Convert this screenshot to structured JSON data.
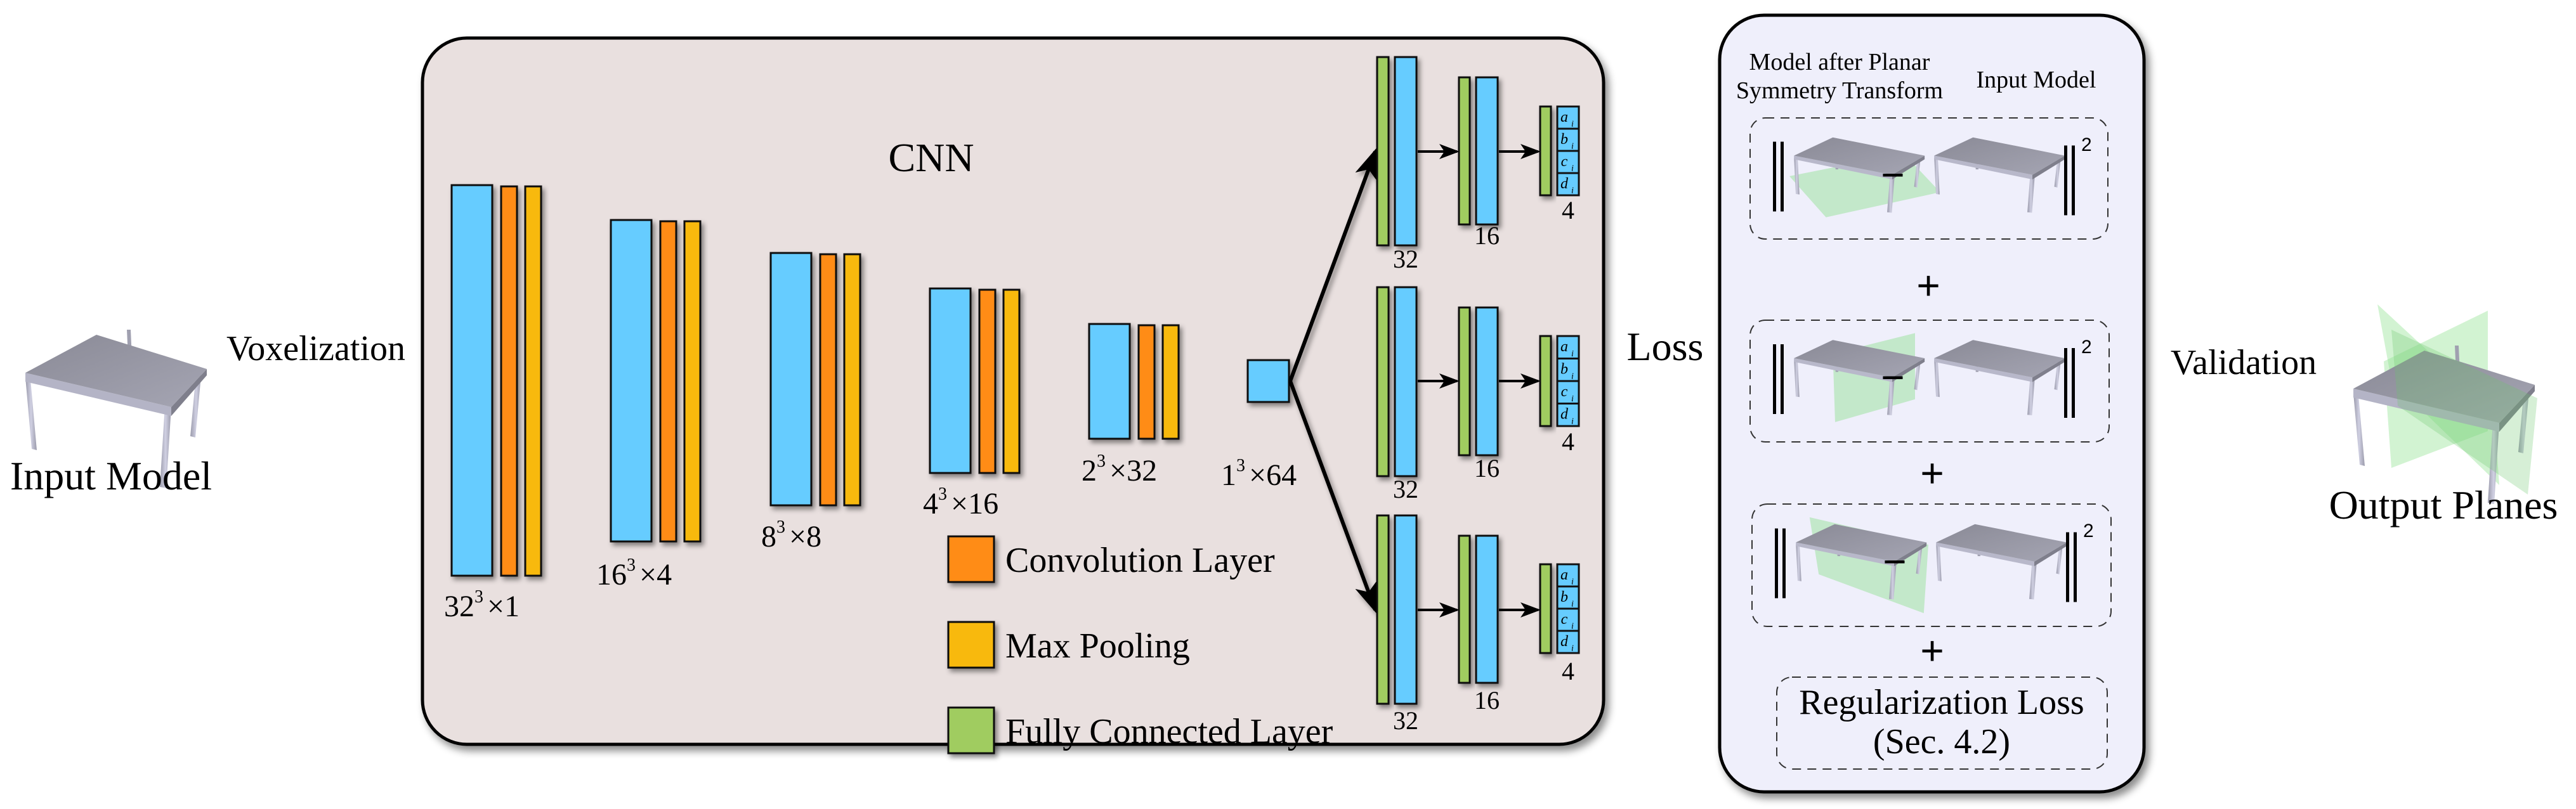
{
  "colors": {
    "cnn_background": "#E9E0DF",
    "loss_background": "#EFEFFB",
    "feature_block": "#66CCFF",
    "convolution": "#FF8C14",
    "max_pooling": "#F8B90E",
    "fully_connected": "#A0CC60",
    "plane": "#8FE08F"
  },
  "input": {
    "label": "Input Model",
    "icon": "table-3d-model"
  },
  "voxelization": {
    "label": "Voxelization"
  },
  "cnn": {
    "title": "CNN",
    "conv_blocks": [
      {
        "base": "32",
        "exp": "3",
        "rest": "×1"
      },
      {
        "base": "16",
        "exp": "3",
        "rest": "×4"
      },
      {
        "base": "8",
        "exp": "3",
        "rest": "×8"
      },
      {
        "base": "4",
        "exp": "3",
        "rest": "×16"
      },
      {
        "base": "2",
        "exp": "3",
        "rest": "×32"
      }
    ],
    "bottleneck": {
      "base": "1",
      "exp": "3",
      "rest": "×64"
    },
    "legend": [
      {
        "key": "convolution",
        "label": "Convolution Layer"
      },
      {
        "key": "max_pooling",
        "label": "Max Pooling"
      },
      {
        "key": "fully_connected",
        "label": "Fully Connected Layer"
      }
    ],
    "branches": [
      {
        "fc_sizes": [
          "32",
          "16",
          "4"
        ],
        "outputs": [
          "a",
          "b",
          "c",
          "d"
        ],
        "subscript": "i"
      },
      {
        "fc_sizes": [
          "32",
          "16",
          "4"
        ],
        "outputs": [
          "a",
          "b",
          "c",
          "d"
        ],
        "subscript": "i"
      },
      {
        "fc_sizes": [
          "32",
          "16",
          "4"
        ],
        "outputs": [
          "a",
          "b",
          "c",
          "d"
        ],
        "subscript": "i"
      }
    ]
  },
  "loss": {
    "label": "Loss",
    "header_left_line1": "Model after Planar",
    "header_left_line2": "Symmetry Transform",
    "header_right": "Input Model",
    "terms": [
      {
        "plane": "horizontal",
        "minus": "−",
        "exponent": "2"
      },
      {
        "plane": "vertical-transverse",
        "minus": "−",
        "exponent": "2"
      },
      {
        "plane": "vertical-longitudinal",
        "minus": "−",
        "exponent": "2"
      }
    ],
    "plus": "+",
    "regularization_line1": "Regularization Loss",
    "regularization_line2": "(Sec. 4.2)"
  },
  "validation": {
    "label": "Validation"
  },
  "output": {
    "label": "Output Planes"
  }
}
